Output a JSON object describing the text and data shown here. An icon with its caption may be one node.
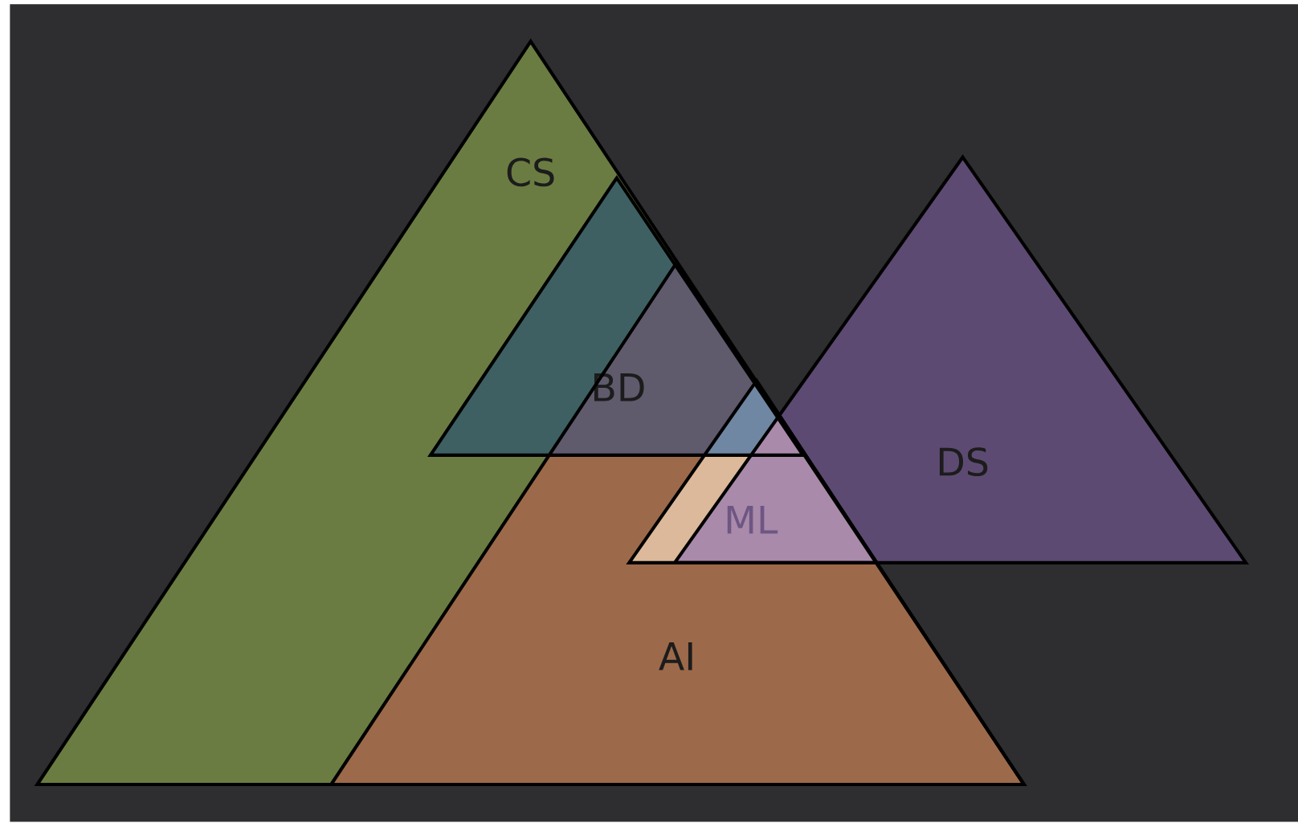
{
  "diagram": {
    "nodes": [
      {
        "text": [
          "CS"
        ]
      },
      {
        "text": [
          "BD"
        ],
        "in": 0
      },
      {
        "text": [
          "AI"
        ],
        "in": 0
      },
      {
        "text": [
          "ML"
        ],
        "in": 2
      },
      {
        "text": [
          "DS"
        ]
      }
    ]
  }
}
